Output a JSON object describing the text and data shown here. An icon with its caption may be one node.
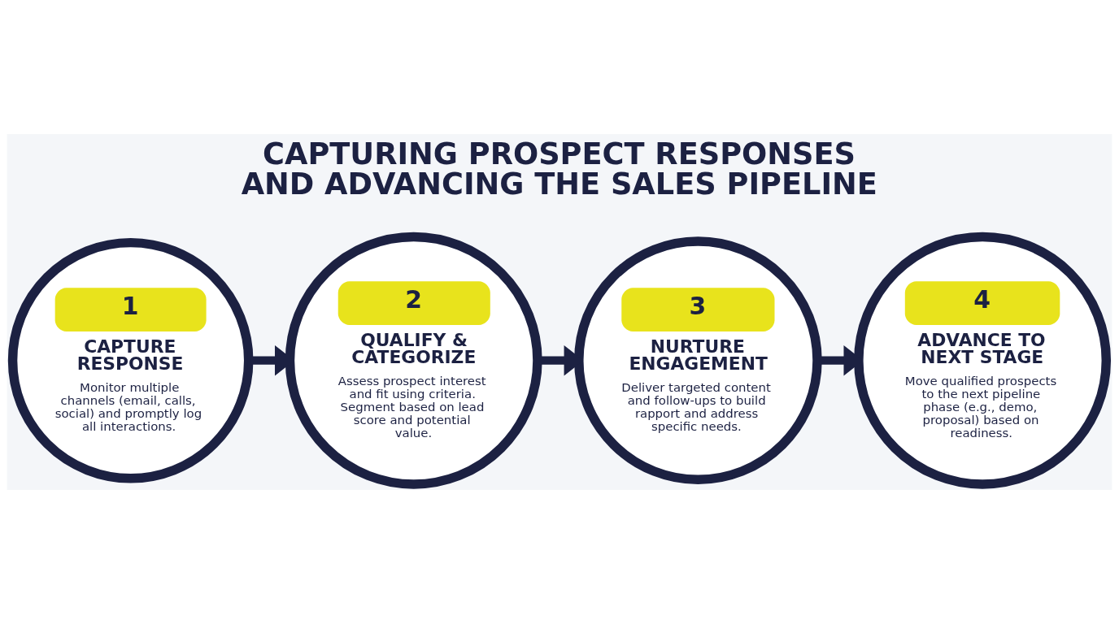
{
  "diagram": {
    "title": "CAPTURING PROSPECT RESPONSES AND ADVANCING THE SALES PIPELINE",
    "nodes": [
      {
        "text": [
          "1",
          "CAPTURE RESPONSE",
          "Monitor multiple channels (email, calls, social) and promptly log all interactions."
        ]
      },
      {
        "text": [
          "2",
          "QUALIFY & CATEGORIZE",
          "Assess prospect interest and fit using criteria. Segment based on lead score and potential value."
        ]
      },
      {
        "text": [
          "3",
          "NURTURE ENGAGEMENT",
          "Deliver targeted content and follow-ups to build rapport and address specific needs."
        ]
      },
      {
        "text": [
          "4",
          "ADVANCE TO NEXT STAGE",
          "Move qualified prospects to the next pipeline phase (e.g., demo, proposal) based on readiness."
        ]
      }
    ],
    "edges": [
      {
        "from": 0,
        "to": 1,
        "arrow": "to"
      },
      {
        "from": 1,
        "to": 2,
        "arrow": "to"
      },
      {
        "from": 2,
        "to": 3,
        "arrow": "to"
      }
    ]
  }
}
